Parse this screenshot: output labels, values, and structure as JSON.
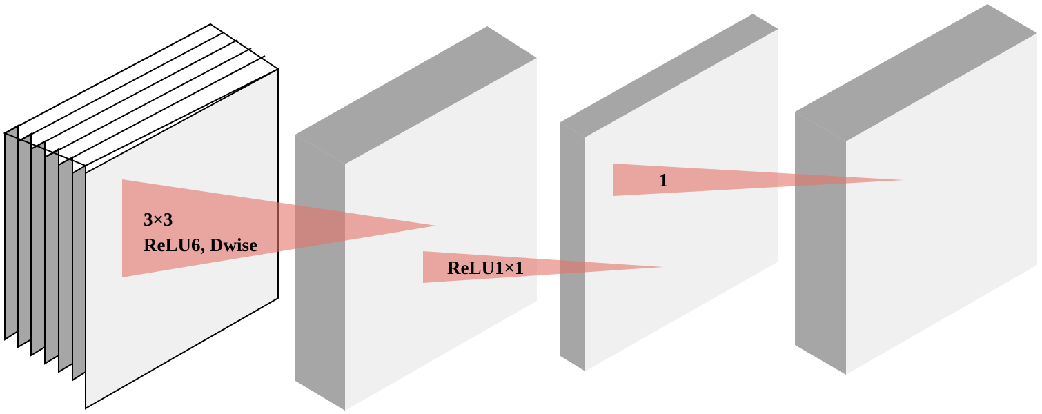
{
  "colors": {
    "face": "#f0f0f0",
    "side": "#a6a6a6",
    "outline": "#000000",
    "kernel": "#e5756b",
    "background": "#ffffff"
  },
  "blocks": [
    {
      "name": "input-stacked-feature-maps",
      "layers": 6
    },
    {
      "name": "depthwise-output-feature-map"
    },
    {
      "name": "pointwise-output-feature-map"
    },
    {
      "name": "final-output-feature-map"
    }
  ],
  "labels": {
    "dwise_kernel_size": "3×3",
    "dwise_activation": "ReLU6, Dwise",
    "pointwise_conv": "ReLU1×1",
    "linear_conv": "1"
  }
}
